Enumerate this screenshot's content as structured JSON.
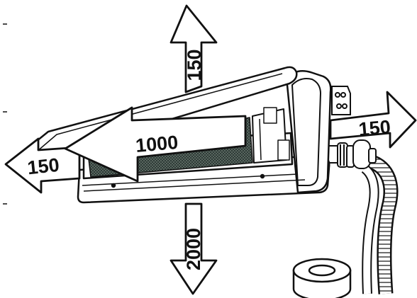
{
  "diagram": {
    "clearances": {
      "top": "150",
      "left": "150",
      "right": "150",
      "front": "1000",
      "bottom": "2000"
    }
  },
  "colors": {
    "outline": "#111111",
    "arrow_fill": "#ffffff",
    "filter_mesh": "#2e3b37",
    "background": "#ffffff"
  },
  "icons": [
    "air-conditioner-indoor-unit",
    "clearance-arrow",
    "refrigerant-pipe",
    "tape-roll"
  ]
}
